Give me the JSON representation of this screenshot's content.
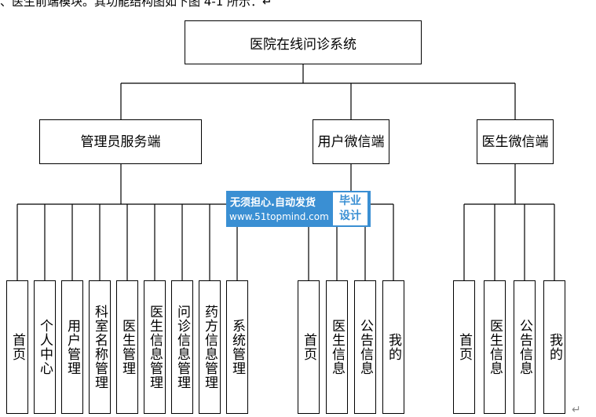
{
  "header_caption": "、医生前端模块。其功能结构图如下图 4-1 所示：↵",
  "root": {
    "label": "医院在线问诊系统"
  },
  "branches": [
    {
      "label": "管理员服务端",
      "children": [
        "首页",
        "个人中心",
        "用户管理",
        "科室名称管理",
        "医生管理",
        "医生信息管理",
        "问诊信息管理",
        "药方信息管理",
        "系统管理"
      ]
    },
    {
      "label": "用户微信端",
      "children": [
        "首页",
        "医生信息",
        "公告信息",
        "我的"
      ]
    },
    {
      "label": "医生微信端",
      "children": [
        "首页",
        "医生信息",
        "公告信息",
        "我的"
      ]
    }
  ],
  "watermark": {
    "line1": "无须担心.自动发货",
    "line2": "www.51topmind.com",
    "badge_line1": "毕业",
    "badge_line2": "设计"
  },
  "paragraph_mark": "↵"
}
